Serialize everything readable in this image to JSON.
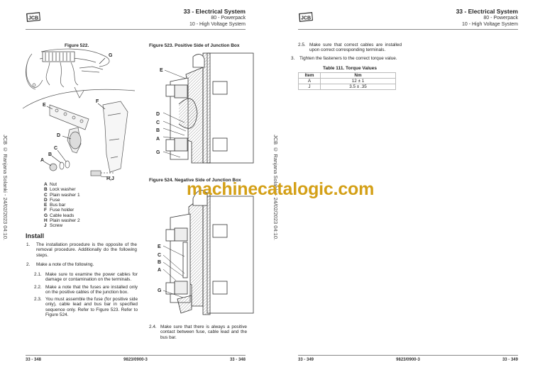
{
  "header": {
    "logo": "JCB",
    "section_title": "33 - Electrical System",
    "subsection": "80 - Powerpack",
    "subsubsection": "10 - High Voltage System"
  },
  "side_watermark": "JCB © Ranjana  Solanki  - 24/02/2023 04:10.",
  "site_watermark": "machinecatalogic.com",
  "left_page": {
    "figure_522": {
      "title": "Figure 522.",
      "labels": [
        "G",
        "E",
        "F",
        "D",
        "C",
        "B",
        "A",
        "H,J"
      ]
    },
    "legend": [
      {
        "key": "A",
        "value": "Nut"
      },
      {
        "key": "B",
        "value": "Lock washer"
      },
      {
        "key": "C",
        "value": "Plain washer 1"
      },
      {
        "key": "D",
        "value": "Fuse"
      },
      {
        "key": "E",
        "value": "Bus bar"
      },
      {
        "key": "F",
        "value": "Fuse holder"
      },
      {
        "key": "G",
        "value": "Cable leads"
      },
      {
        "key": "H",
        "value": "Plain washer 2"
      },
      {
        "key": "J",
        "value": "Screw"
      }
    ],
    "install_heading": "Install",
    "steps": [
      {
        "num": "1.",
        "text": "The installation procedure is the opposite of the removal procedure. Additionally do the following steps."
      },
      {
        "num": "2.",
        "text": "Make a note of the following."
      }
    ],
    "substeps": [
      {
        "num": "2.1.",
        "text": "Make sure to examine the power cables for damage or contamination on the terminals."
      },
      {
        "num": "2.2.",
        "text": "Make a note that the fuses are installed only on the positive cables of the junction box."
      },
      {
        "num": "2.3.",
        "text": "You must assemble the fuse (for positive side only), cable lead and bus bar in specified sequence only. Refer to Figure 523. Refer to Figure 524."
      }
    ],
    "figure_523": {
      "title": "Figure 523. Positive Side of Junction Box",
      "labels": [
        "E",
        "D",
        "C",
        "B",
        "A",
        "G"
      ]
    },
    "figure_524": {
      "title": "Figure 524. Negative Side of Junction Box",
      "labels": [
        "E",
        "C",
        "B",
        "A",
        "G"
      ]
    },
    "substep_24": {
      "num": "2.4.",
      "text": "Make sure that there is always a positive contact between fuse, cable lead and the bus bar."
    },
    "footer": {
      "left": "33 - 348",
      "center": "9823/0900-3",
      "right": "33 - 348"
    }
  },
  "right_page": {
    "substep_25": {
      "num": "2.5.",
      "text": "Make sure that correct cables are installed upon correct corresponding terminals."
    },
    "step_3": {
      "num": "3.",
      "text": "Tighten the fasteners to the correct torque value."
    },
    "table": {
      "title": "Table 111. Torque Values",
      "columns": [
        "Item",
        "Nm"
      ],
      "rows": [
        [
          "A",
          "12 ± 1"
        ],
        [
          "J",
          "3.5 ± .35"
        ]
      ]
    },
    "footer": {
      "left": "33 - 349",
      "center": "9823/0900-3",
      "right": "33 - 349"
    }
  }
}
